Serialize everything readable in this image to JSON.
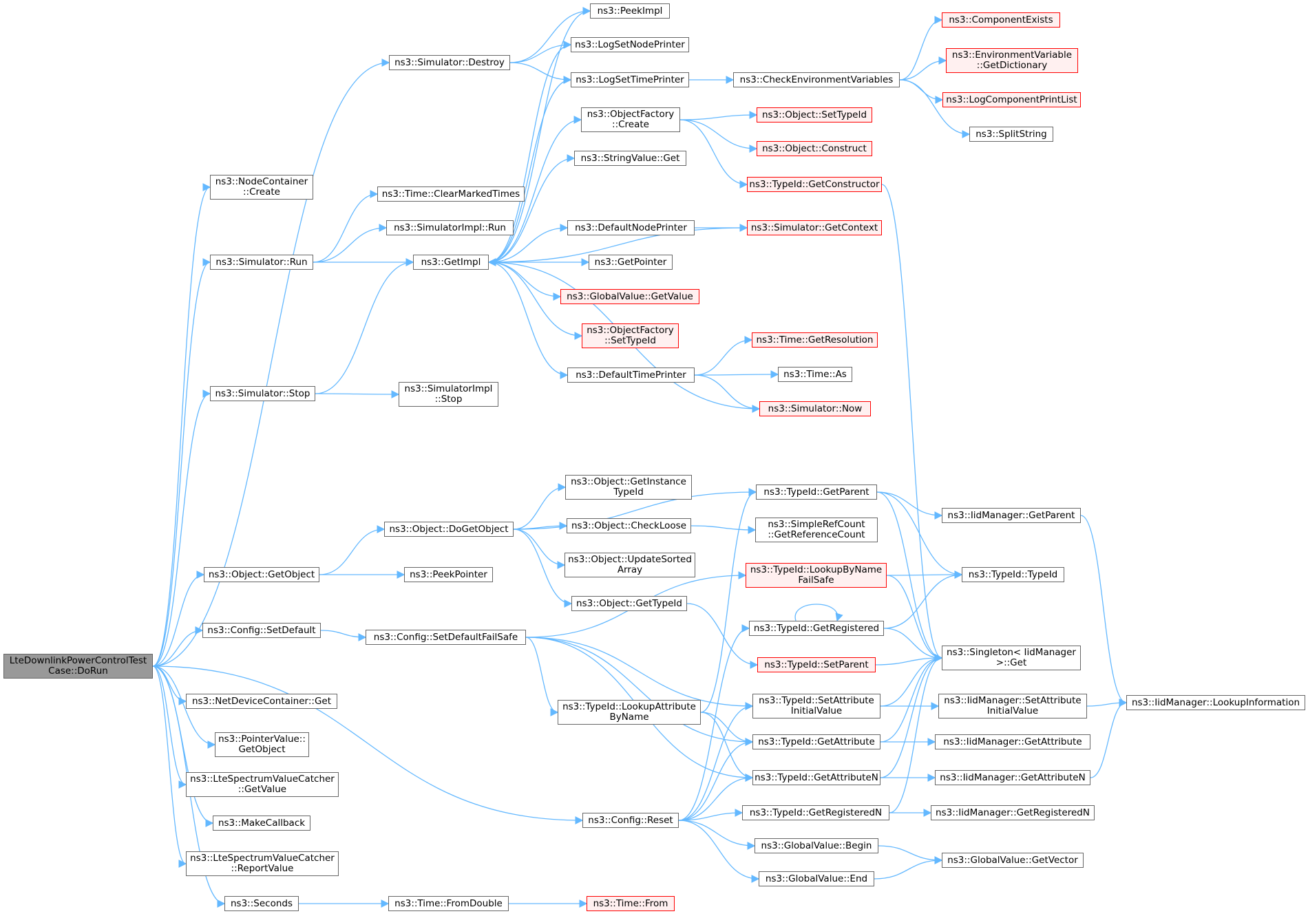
{
  "edge_color": "#63b8ff",
  "nodes": {
    "root": {
      "label": "LteDownlinkPowerControlTest\nCase::DoRun"
    },
    "nodecontainer_create": {
      "label": "ns3::NodeContainer\n::Create"
    },
    "simulator_destroy": {
      "label": "ns3::Simulator::Destroy"
    },
    "simulator_run": {
      "label": "ns3::Simulator::Run"
    },
    "simulator_stop": {
      "label": "ns3::Simulator::Stop"
    },
    "object_getobject": {
      "label": "ns3::Object::GetObject"
    },
    "config_setdefault": {
      "label": "ns3::Config::SetDefault"
    },
    "netdevicecontainer_get": {
      "label": "ns3::NetDeviceContainer::Get"
    },
    "pointervalue_getobject": {
      "label": "ns3::PointerValue::\nGetObject"
    },
    "ltespectrum_getvalue": {
      "label": "ns3::LteSpectrumValueCatcher\n::GetValue"
    },
    "makecallback": {
      "label": "ns3::MakeCallback"
    },
    "ltespectrum_reportvalue": {
      "label": "ns3::LteSpectrumValueCatcher\n::ReportValue"
    },
    "seconds": {
      "label": "ns3::Seconds"
    },
    "time_clearmarkedtimes": {
      "label": "ns3::Time::ClearMarkedTimes"
    },
    "simulatorimpl_run": {
      "label": "ns3::SimulatorImpl::Run"
    },
    "getimpl": {
      "label": "ns3::GetImpl"
    },
    "simulatorimpl_stop": {
      "label": "ns3::SimulatorImpl\n::Stop"
    },
    "object_dogetobject": {
      "label": "ns3::Object::DoGetObject"
    },
    "peekpointer": {
      "label": "ns3::PeekPointer"
    },
    "config_setdefaultfailsafe": {
      "label": "ns3::Config::SetDefaultFailSafe"
    },
    "config_reset": {
      "label": "ns3::Config::Reset"
    },
    "time_fromdouble": {
      "label": "ns3::Time::FromDouble"
    },
    "peekimpl": {
      "label": "ns3::PeekImpl"
    },
    "logsetnodeprinter": {
      "label": "ns3::LogSetNodePrinter"
    },
    "logsettimeprinter": {
      "label": "ns3::LogSetTimePrinter"
    },
    "objectfactory_create": {
      "label": "ns3::ObjectFactory\n::Create"
    },
    "stringvalue_get": {
      "label": "ns3::StringValue::Get"
    },
    "defaultnodeprinter": {
      "label": "ns3::DefaultNodePrinter"
    },
    "getpointer": {
      "label": "ns3::GetPointer"
    },
    "globalvalue_getvalue": {
      "label": "ns3::GlobalValue::GetValue"
    },
    "objectfactory_settypeid": {
      "label": "ns3::ObjectFactory\n::SetTypeId"
    },
    "defaulttimeprinter": {
      "label": "ns3::DefaultTimePrinter"
    },
    "object_getinstancetypeid": {
      "label": "ns3::Object::GetInstance\nTypeId"
    },
    "object_checkloose": {
      "label": "ns3::Object::CheckLoose"
    },
    "object_updatesortedarray": {
      "label": "ns3::Object::UpdateSorted\nArray"
    },
    "object_gettypeid": {
      "label": "ns3::Object::GetTypeId"
    },
    "typeid_lookupattributebyname": {
      "label": "ns3::TypeId::LookupAttribute\nByName"
    },
    "time_from": {
      "label": "ns3::Time::From"
    },
    "checkenvironmentvariables": {
      "label": "ns3::CheckEnvironmentVariables"
    },
    "object_settypeid": {
      "label": "ns3::Object::SetTypeId"
    },
    "object_construct": {
      "label": "ns3::Object::Construct"
    },
    "typeid_getconstructor": {
      "label": "ns3::TypeId::GetConstructor"
    },
    "simulator_getcontext": {
      "label": "ns3::Simulator::GetContext"
    },
    "time_getresolution": {
      "label": "ns3::Time::GetResolution"
    },
    "time_as": {
      "label": "ns3::Time::As"
    },
    "simulator_now": {
      "label": "ns3::Simulator::Now"
    },
    "typeid_getparent": {
      "label": "ns3::TypeId::GetParent"
    },
    "simplerefcount_getreferencecount": {
      "label": "ns3::SimpleRefCount\n::GetReferenceCount"
    },
    "typeid_lookupbynamefailsafe": {
      "label": "ns3::TypeId::LookupByName\nFailSafe"
    },
    "typeid_getregistered": {
      "label": "ns3::TypeId::GetRegistered"
    },
    "typeid_setparent": {
      "label": "ns3::TypeId::SetParent"
    },
    "typeid_setattributeinitialvalue": {
      "label": "ns3::TypeId::SetAttribute\nInitialValue"
    },
    "typeid_getattribute": {
      "label": "ns3::TypeId::GetAttribute"
    },
    "typeid_getattributen": {
      "label": "ns3::TypeId::GetAttributeN"
    },
    "typeid_getregisteredn": {
      "label": "ns3::TypeId::GetRegisteredN"
    },
    "globalvalue_begin": {
      "label": "ns3::GlobalValue::Begin"
    },
    "globalvalue_end": {
      "label": "ns3::GlobalValue::End"
    },
    "componentexists": {
      "label": "ns3::ComponentExists"
    },
    "environmentvariable_getdictionary": {
      "label": "ns3::EnvironmentVariable\n::GetDictionary"
    },
    "logcomponentprintlist": {
      "label": "ns3::LogComponentPrintList"
    },
    "splitstring": {
      "label": "ns3::SplitString"
    },
    "iidmanager_getparent": {
      "label": "ns3::IidManager::GetParent"
    },
    "typeid_typeid": {
      "label": "ns3::TypeId::TypeId"
    },
    "singleton_get": {
      "label": "ns3::Singleton< IidManager\n>::Get"
    },
    "iidmanager_setattributeinitialvalue": {
      "label": "ns3::IidManager::SetAttribute\nInitialValue"
    },
    "iidmanager_getattribute": {
      "label": "ns3::IidManager::GetAttribute"
    },
    "iidmanager_getattributen": {
      "label": "ns3::IidManager::GetAttributeN"
    },
    "iidmanager_getregisteredn": {
      "label": "ns3::IidManager::GetRegisteredN"
    },
    "globalvalue_getvector": {
      "label": "ns3::GlobalValue::GetVector"
    },
    "iidmanager_lookupinformation": {
      "label": "ns3::IidManager::LookupInformation"
    }
  }
}
